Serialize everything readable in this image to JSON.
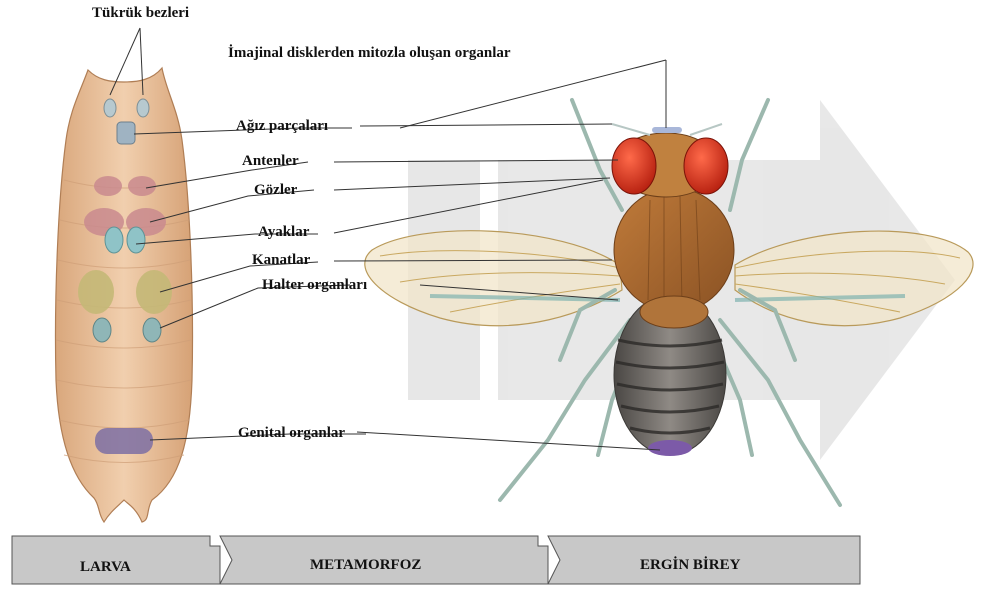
{
  "labels": {
    "salivary": "Tükrük bezleri",
    "title": "İmajinal disklerden mitozla oluşan organlar",
    "mouth": "Ağız parçaları",
    "antennae": "Antenler",
    "eyes": "Gözler",
    "legs": "Ayaklar",
    "wings": "Kanatlar",
    "halteres": "Halter organları",
    "genital": "Genital organlar"
  },
  "stages": {
    "larva": "LARVA",
    "metamorphosis": "METAMORFOZ",
    "adult": "ERGİN BİREY"
  },
  "colors": {
    "larva_body": "#e2b58c",
    "fly_thorax": "#a8672e",
    "fly_eye": "#d8321c",
    "fly_abdomen": "#5e5a56",
    "wing": "#efe3c6",
    "leg": "#9fb7ae",
    "arrow_bg": "#e3e3e3",
    "stage_bar": "#c8c8c8"
  }
}
